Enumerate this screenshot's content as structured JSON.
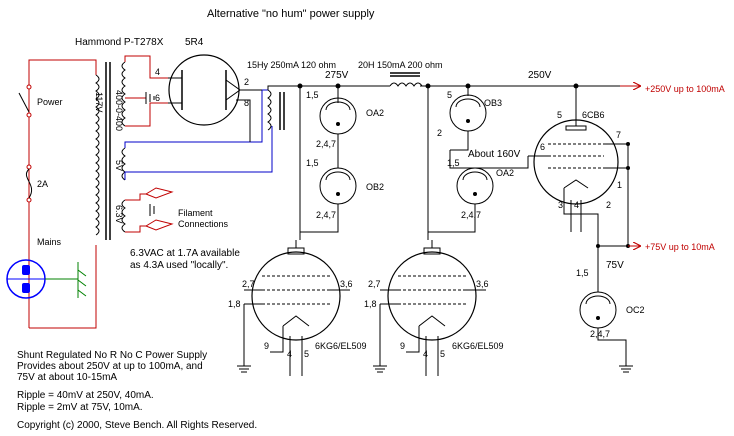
{
  "title": "Alternative \"no hum\" power supply",
  "transformer": {
    "label": "Hammond P-T278X",
    "primary_voltage": "117V",
    "secondary_voltage": "400-0-400",
    "heater_5v": "5V",
    "heater_63v": "6.3V"
  },
  "power_switch": "Power",
  "fuse": "2A",
  "mains": "Mains",
  "rectifier": {
    "label": "5R4",
    "pin_a": "4",
    "pin_b": "6",
    "pin_c": "2",
    "pin_d": "8"
  },
  "choke1": "15Hy 250mA 120 ohm",
  "choke2": "20H 150mA 200 ohm",
  "filament": "Filament\nConnections",
  "heater_note": "6.3VAC at 1.7A available\nas 4.3A used \"locally\".",
  "node_275": "275V",
  "node_250": "250V",
  "node_160": "About 160V",
  "node_75": "75V",
  "out_250": "+250V up to 100mA",
  "out_75": "+75V up to 10mA",
  "tubes": {
    "oa2_top": {
      "label": "OA2",
      "pins_top": "1,5",
      "pins_bot": "2,4,7"
    },
    "ob2": {
      "label": "OB2",
      "pins_top": "1,5",
      "pins_bot": "2,4,7"
    },
    "ob3": {
      "label": "OB3",
      "pin_top": "5",
      "pin_left": "2"
    },
    "oa2_mid": {
      "label": "OA2",
      "pins_top": "1,5",
      "pins_bot": "2,4,7"
    },
    "oc2": {
      "label": "OC2",
      "pins_top": "1,5",
      "pins_bot": "2,4,7"
    },
    "cb6": {
      "label": "6CB6",
      "p5": "5",
      "p6": "6",
      "p7": "7",
      "p1": "1",
      "p3": "3",
      "p4": "4",
      "p2": "2"
    },
    "kg6_1": {
      "label": "6KG6/EL509",
      "p27": "2,7",
      "p18": "1,8",
      "p36": "3,6",
      "p9": "9",
      "p4": "4",
      "p5": "5"
    },
    "kg6_2": {
      "label": "6KG6/EL509",
      "p27": "2,7",
      "p18": "1,8",
      "p36": "3,6",
      "p9": "9",
      "p4": "4",
      "p5": "5"
    }
  },
  "notes": [
    "Shunt Regulated No R No C Power Supply",
    "Provides about 250V at up to 100mA, and",
    "75V at about 10-15mA",
    "",
    "Ripple = 40mV at 250V, 40mA.",
    "Ripple = 2mV at 75V, 10mA."
  ],
  "copyright": "Copyright (c) 2000, Steve Bench. All Rights Reserved.",
  "colors": {
    "wire_red": "#c00000",
    "wire_blue": "#0000c8",
    "wire_black": "#000000",
    "wire_green": "#008000",
    "mains_blue": "#0000ff"
  }
}
